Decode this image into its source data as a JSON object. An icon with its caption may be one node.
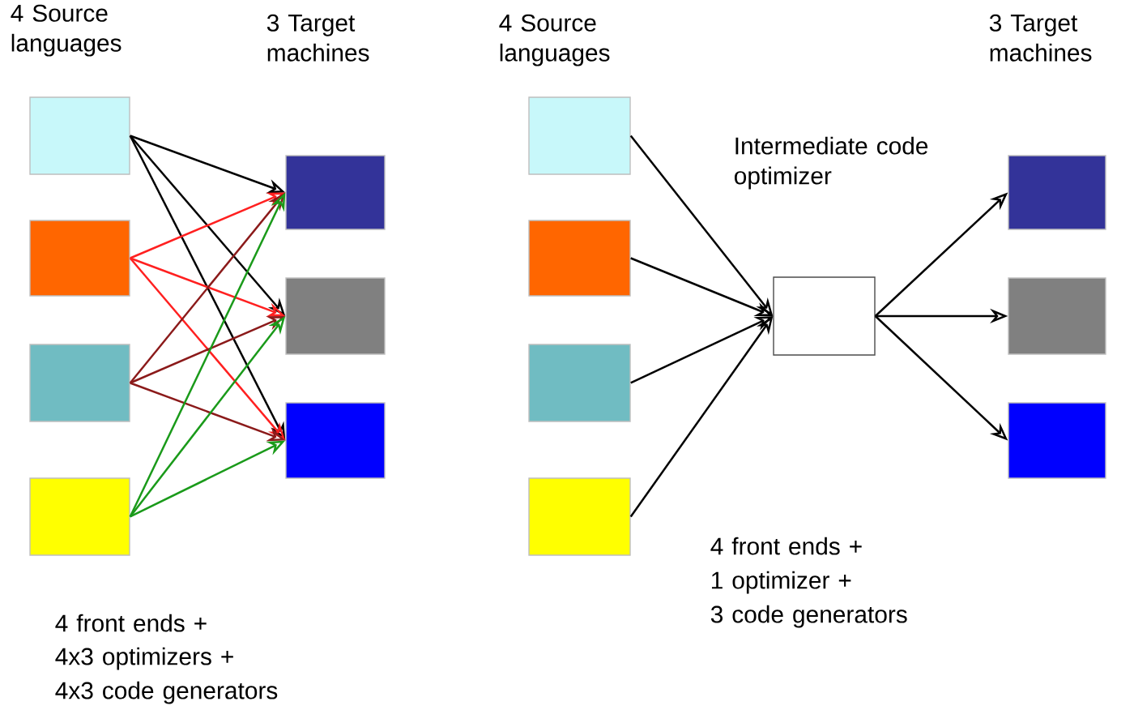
{
  "diagram": {
    "nodes": [
      {
        "text": [],
        "shape": "box"
      },
      {
        "text": [],
        "shape": "box"
      },
      {
        "text": [],
        "shape": "box"
      },
      {
        "text": [],
        "shape": "box"
      },
      {
        "text": [],
        "shape": "box"
      },
      {
        "text": [],
        "shape": "box"
      },
      {
        "text": [],
        "shape": "box"
      },
      {
        "text": [],
        "shape": "box"
      },
      {
        "text": [],
        "shape": "box"
      },
      {
        "text": [],
        "shape": "box"
      },
      {
        "text": [],
        "shape": "box"
      },
      {
        "text": [],
        "shape": "box"
      },
      {
        "text": [],
        "shape": "box"
      },
      {
        "text": [],
        "shape": "box"
      },
      {
        "text": [],
        "shape": "box"
      }
    ],
    "edges": [
      {
        "from": 0,
        "to": 4,
        "arrow": "to"
      },
      {
        "from": 0,
        "to": 5,
        "arrow": "to"
      },
      {
        "from": 0,
        "to": 6,
        "arrow": "to"
      },
      {
        "from": 1,
        "to": 4,
        "arrow": "to",
        "color": "#ff2020"
      },
      {
        "from": 1,
        "to": 5,
        "arrow": "to",
        "color": "#ff2020"
      },
      {
        "from": 1,
        "to": 6,
        "arrow": "to",
        "color": "#ff2020"
      },
      {
        "from": 2,
        "to": 4,
        "arrow": "to",
        "color": "#8b1a1a"
      },
      {
        "from": 2,
        "to": 5,
        "arrow": "to",
        "color": "#8b1a1a"
      },
      {
        "from": 2,
        "to": 6,
        "arrow": "to",
        "color": "#8b1a1a"
      },
      {
        "from": 3,
        "to": 4,
        "arrow": "to",
        "color": "#1a9a1a"
      },
      {
        "from": 3,
        "to": 5,
        "arrow": "to",
        "color": "#1a9a1a"
      },
      {
        "from": 3,
        "to": 6,
        "arrow": "to",
        "color": "#1a9a1a"
      },
      {
        "from": 7,
        "to": 11,
        "arrow": "to"
      },
      {
        "from": 8,
        "to": 11,
        "arrow": "to"
      },
      {
        "from": 9,
        "to": 11,
        "arrow": "to"
      },
      {
        "from": 10,
        "to": 11,
        "arrow": "to"
      },
      {
        "from": 11,
        "to": 12,
        "arrow": "to"
      },
      {
        "from": 11,
        "to": 13,
        "arrow": "to"
      },
      {
        "from": 11,
        "to": 14,
        "arrow": "to"
      }
    ],
    "labels": [
      "Intermediate code optimizer",
      "4 Source languages",
      "3 Target machines",
      "4 Source languages",
      "3 Target machines",
      "4 front ends +",
      "4x3 optimizers +",
      "4x3 code generators",
      "4 front ends +",
      "1 optimizer +",
      "3 code generators"
    ]
  }
}
